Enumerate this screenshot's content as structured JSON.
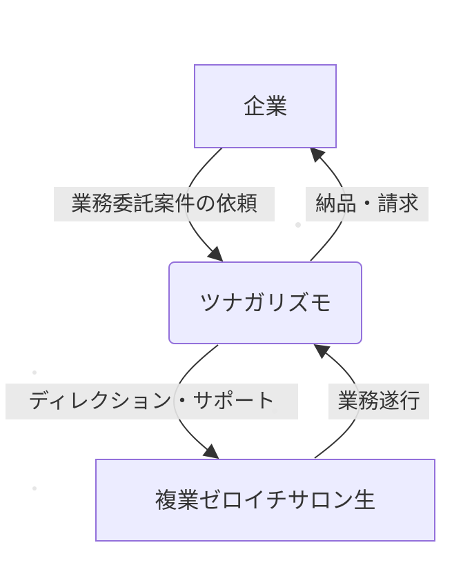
{
  "nodes": {
    "company": "企業",
    "tsunagarizumo": "ツナガリズモ",
    "salon_members": "複業ゼロイチサロン生"
  },
  "edges": {
    "request": "業務委託案件の依頼",
    "delivery": "納品・請求",
    "direction": "ディレクション・サポート",
    "execution": "業務遂行"
  },
  "colors": {
    "node_fill": "#ececff",
    "node_stroke": "#9370db",
    "edge_stroke": "#333333",
    "label_bg": "#e8e8e8",
    "text": "#333333"
  }
}
